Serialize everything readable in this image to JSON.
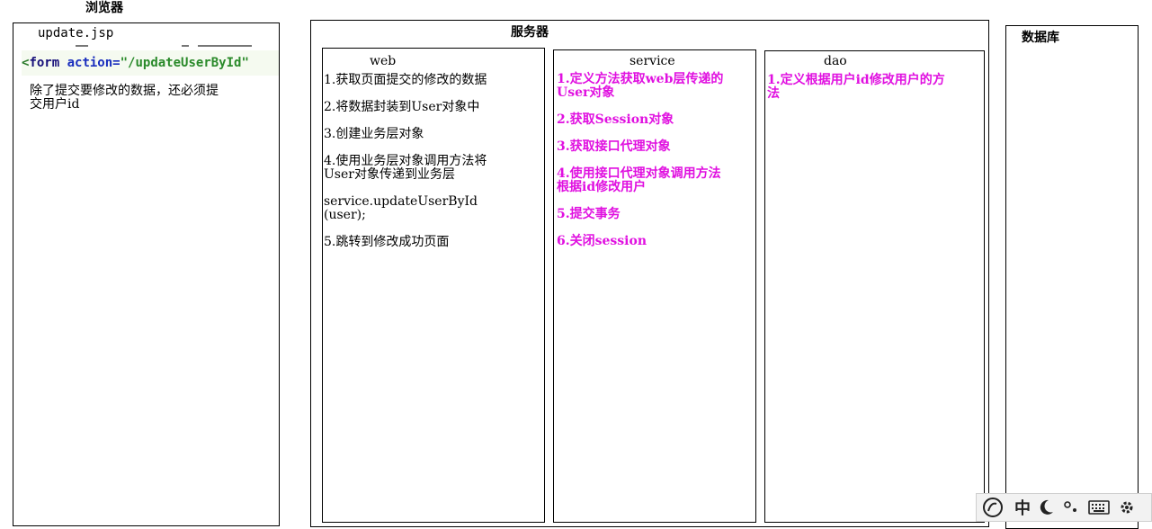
{
  "browser": {
    "title": "浏览器",
    "file": "update.jsp",
    "code": {
      "lt": "<",
      "tag": "form",
      "attr": "action=",
      "value": "\"/updateUserById\""
    },
    "note_line1": "除了提交要修改的数据，还必须提",
    "note_line2": "交用户id"
  },
  "server": {
    "title": "服务器",
    "web": {
      "title": "web",
      "steps": [
        [
          "1.获取页面提交的修改的数据"
        ],
        [
          "2.将数据封装到User对象中"
        ],
        [
          "3.创建业务层对象"
        ],
        [
          "4.使用业务层对象调用方法将",
          "User对象传递到业务层"
        ],
        [
          "service.updateUserById",
          "(user);"
        ],
        [
          "5.跳转到修改成功页面"
        ]
      ]
    },
    "service": {
      "title": "service",
      "steps": [
        [
          "1.定义方法获取web层传递的",
          "User对象"
        ],
        [
          "2.获取Session对象"
        ],
        [
          "3.获取接口代理对象"
        ],
        [
          "4.使用接口代理对象调用方法",
          "根据id修改用户"
        ],
        [
          "5.提交事务"
        ],
        [
          "6.关闭session"
        ]
      ]
    },
    "dao": {
      "title": "dao",
      "steps": [
        [
          "1.定义根据用户id修改用户的方",
          "法"
        ]
      ]
    }
  },
  "database": {
    "title": "数据库"
  },
  "ime": {
    "lang": "中"
  },
  "colors": {
    "highlight": "#e010e0"
  }
}
